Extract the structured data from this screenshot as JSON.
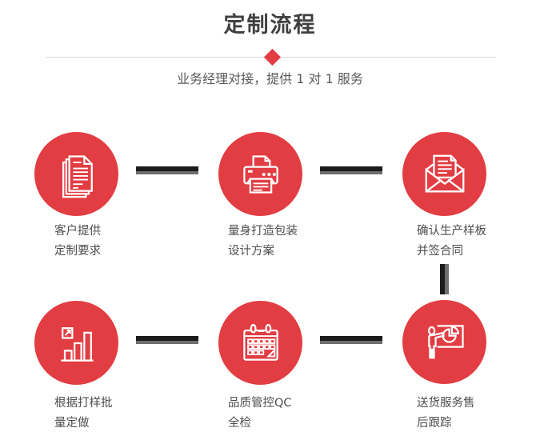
{
  "header": {
    "title": "定制流程",
    "subtitle": "业务经理对接，提供 1 对 1 服务"
  },
  "colors": {
    "accent_red": "#e23d43",
    "title_gray": "#404040",
    "subtitle_gray": "#595959",
    "label_gray": "#4d4d4d",
    "connector_black": "#1b1b1b",
    "connector_gray": "#6e6e6e",
    "divider_gray": "#d9d9d9"
  },
  "steps": [
    {
      "icon": "documents-icon",
      "label_line1": "客户提供",
      "label_line2": "定制要求"
    },
    {
      "icon": "printer-icon",
      "label_line1": "量身打造包装",
      "label_line2": "设计方案"
    },
    {
      "icon": "envelope-icon",
      "label_line1": "确认生产样板",
      "label_line2": "并签合同"
    },
    {
      "icon": "bar-chart-icon",
      "label_line1": "根据打样批",
      "label_line2": "量定做"
    },
    {
      "icon": "calendar-icon",
      "label_line1": "品质管控QC",
      "label_line2": "全检"
    },
    {
      "icon": "presentation-icon",
      "label_line1": "送货服务售",
      "label_line2": "后跟踪"
    }
  ]
}
